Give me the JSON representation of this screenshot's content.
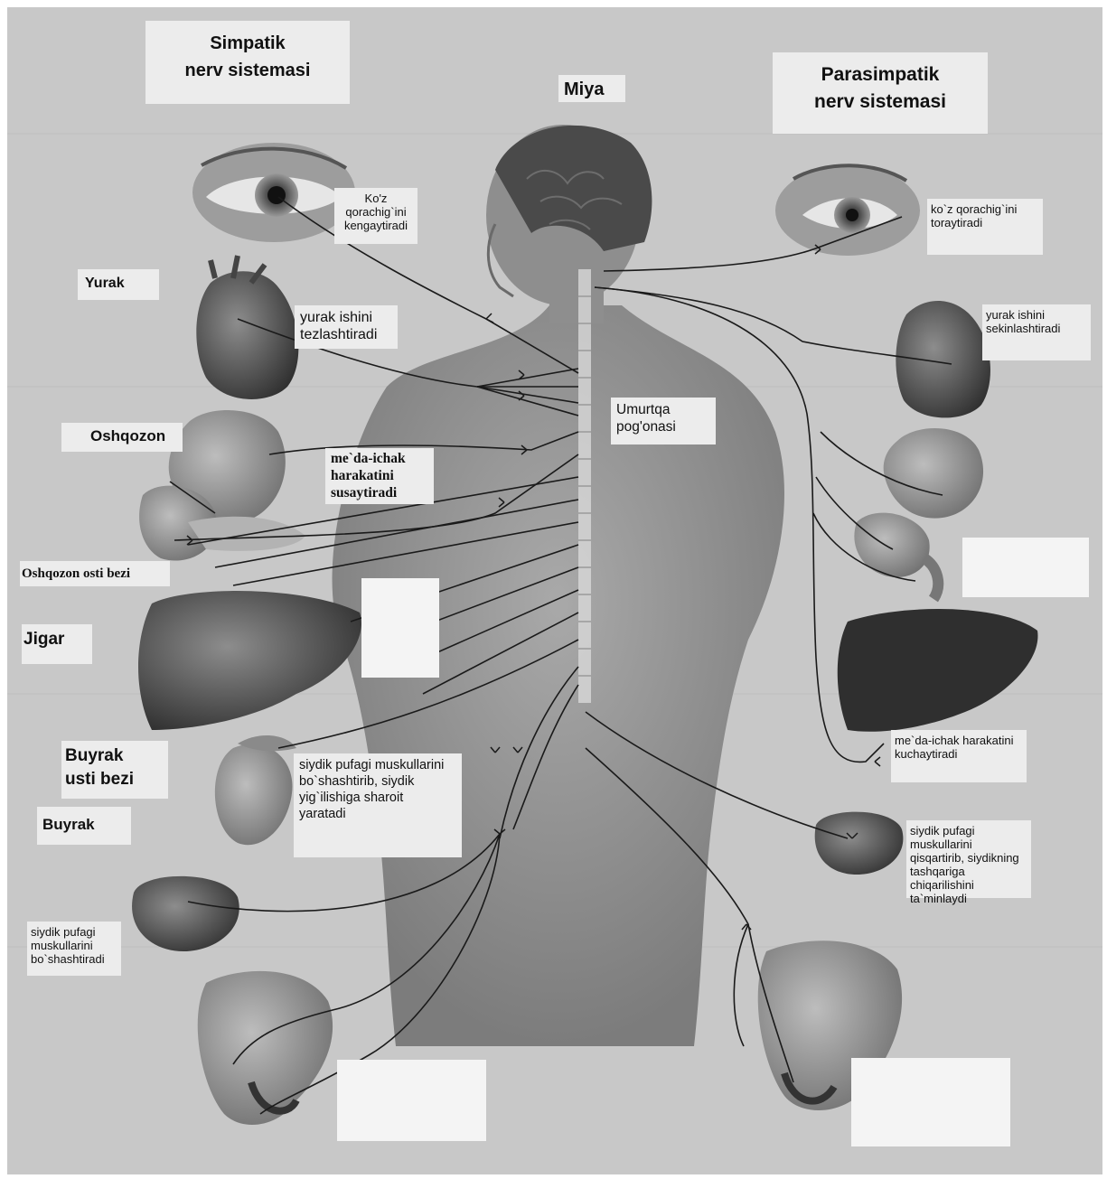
{
  "titles": {
    "simpatik": "Simpatik\nnerv sistemasi",
    "parasimpatik": "Parasimpatik\nnerv sistemasi",
    "miya": "Miya",
    "umurtqa": "Umurtqa\npog'onasi"
  },
  "simpatik_labels": {
    "yurak": "Yurak",
    "oshqozon": "Oshqozon",
    "oshqozon_osti_bezi": "Oshqozon osti bezi",
    "jigar": "Jigar",
    "buyrak_usti_bezi": "Buyrak\nusti bezi",
    "buyrak": "Buyrak",
    "koz_kengaytiradi": "Ko'z\nqorachig`ini\nkengaytiradi",
    "yurak_tezlashtiradi": "yurak ishini\ntezlashtiradi",
    "meda_susaytiradi": "me`da-ichak\nharakatini\nsusaytiradi",
    "siydik_sharoit": "siydik pufagi muskullarini\nbo`shashtirib, siydik\nyig`ilishiga sharoit\nyaratadi",
    "siydik_boshashtiradi": "siydik pufagi\nmuskullarini\nbo`shashtiradi"
  },
  "parasimpatik_labels": {
    "koz_toraytiradi": "ko`z qorachig`ini\ntoraytiradi",
    "yurak_sekinlashtiradi": "yurak ishini\nsekinlashtiradi",
    "meda_kuchaytiradi": "me`da-ichak harakatini\nkuchaytiradi",
    "siydik_taminlaydi": "siydik pufagi muskullarini\nqisqartirib, siydikning\ntashqariga chiqarilishini\nta`minlaydi"
  },
  "organ_icons": [
    "eye-left-icon",
    "eye-right-icon",
    "head-brain-icon",
    "heart-left-icon",
    "heart-right-icon",
    "stomach-left-icon",
    "stomach-right-icon",
    "liver-left-icon",
    "liver-right-icon",
    "kidney-icon",
    "bladder-left-icon",
    "bladder-right-icon",
    "genital-left-icon",
    "genital-right-icon"
  ],
  "colors": {
    "background": "#c8c8c8",
    "label_bg": "#ececec",
    "nerve_line": "#1a1a1a",
    "organ_dark": "#3a3a3a"
  }
}
